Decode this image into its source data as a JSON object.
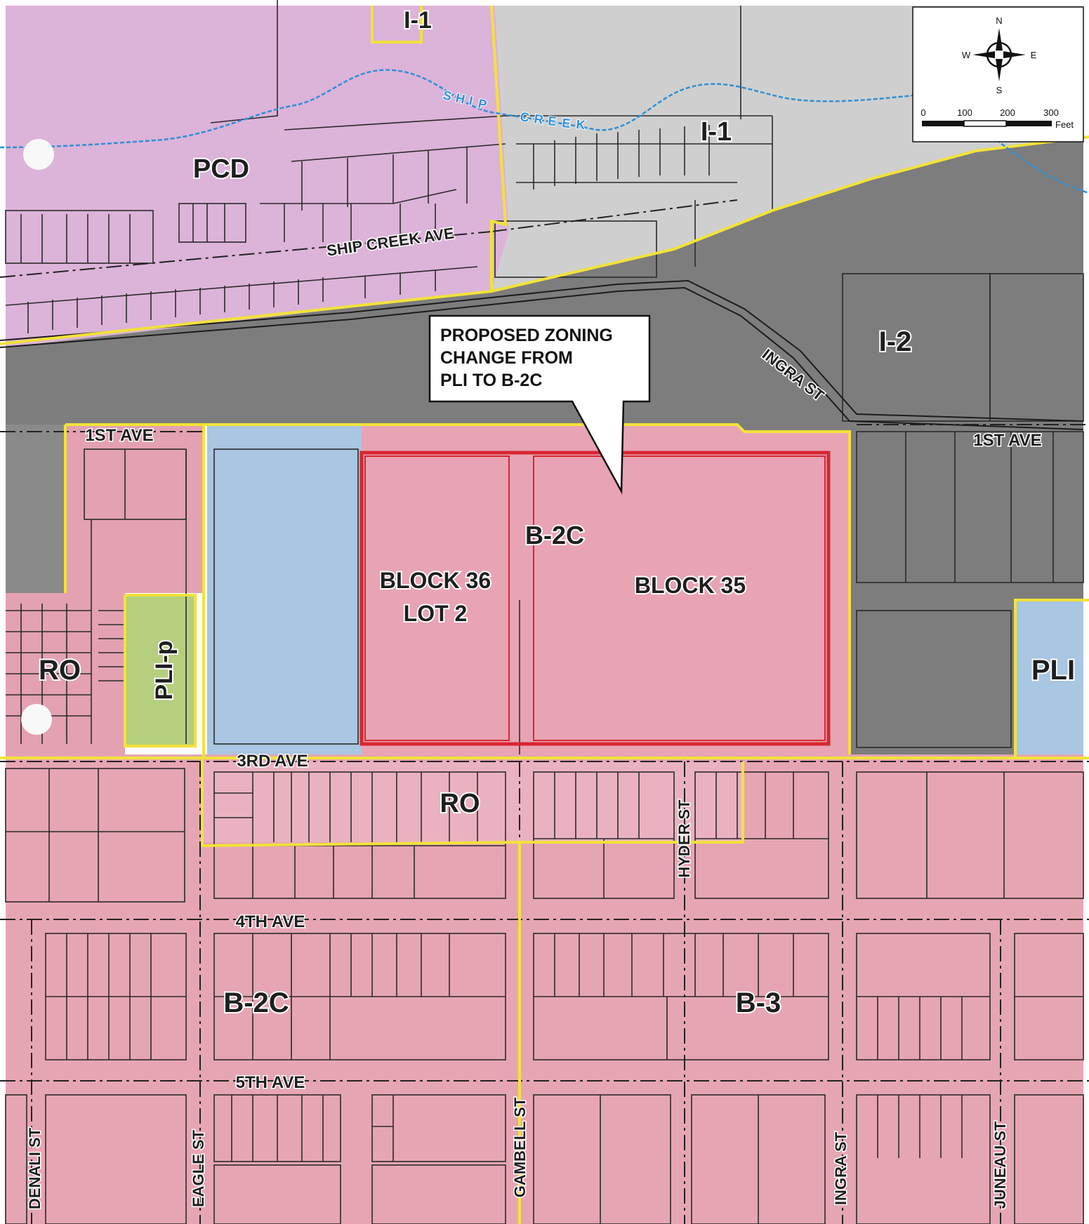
{
  "map": {
    "zones": [
      "I-1",
      "PCD",
      "I-1",
      "I-2",
      "B-2C",
      "RO",
      "PLI-p",
      "PLI",
      "RO",
      "B-2C",
      "B-3"
    ],
    "parcels": {
      "block36": [
        "BLOCK 36",
        "LOT 2"
      ],
      "block35": "BLOCK 35"
    },
    "streets": {
      "ship_creek_ave": "SHIP CREEK AVE",
      "first_ave_w": "1ST AVE",
      "first_ave_e": "1ST AVE",
      "ingra_st_diag": "INGRA ST",
      "third_ave": "3RD AVE",
      "fourth_ave": "4TH AVE",
      "fifth_ave": "5TH AVE",
      "hyder_st": "HYDER ST",
      "denali_st": "DENALI ST",
      "eagle_st": "EAGLE ST",
      "gambell_st": "GAMBELL ST",
      "ingra_st": "INGRA ST",
      "juneau_st": "JUNEAU ST"
    },
    "creek": [
      "S",
      "H",
      "I",
      "P",
      "C",
      "R",
      "E",
      "E",
      "K"
    ],
    "callout": [
      "PROPOSED ZONING",
      "CHANGE FROM",
      "PLI TO B-2C"
    ]
  },
  "compass": {
    "n": "N",
    "s": "S",
    "e": "E",
    "w": "W"
  },
  "scale_bar": {
    "ticks": [
      "0",
      "100",
      "200",
      "300"
    ],
    "unit": "Feet"
  },
  "colors": {
    "pink_zone": "#e8a4b4",
    "light_pink": "#ebb9c7",
    "violet_pcd": "#dcb3d9",
    "light_gray_i1": "#cfcfcf",
    "dark_gray_i2": "#7d7d7d",
    "blue_pli": "#a9c6e2",
    "green_plip": "#b5cf7f",
    "zone_boundary": "#f2e23a",
    "highlight_red": "#d8262f",
    "creek_blue": "#2f8fd6"
  }
}
